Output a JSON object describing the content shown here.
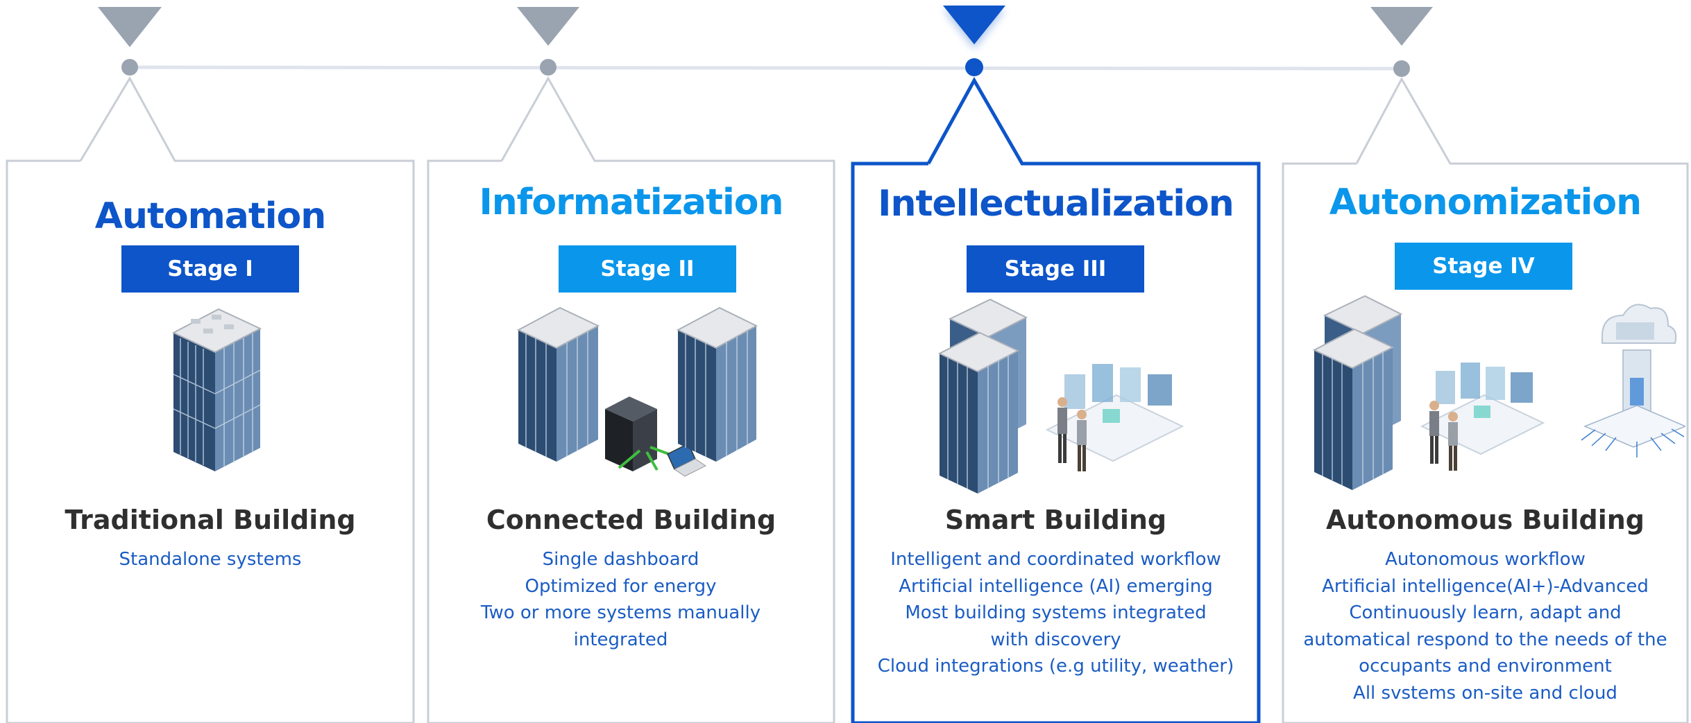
{
  "colors": {
    "dark_blue": "#0d55c9",
    "light_blue": "#0a96eb",
    "gray_line": "#c9ced6",
    "gray_marker": "#9aa3b0",
    "text_dark": "#2f2f2f",
    "text_blue": "#1a5cc4"
  },
  "stages": [
    {
      "title": "Automation",
      "badge": "Stage I",
      "building_type": "Traditional Building",
      "description": [
        "Standalone systems"
      ],
      "active": false,
      "illustration": [
        "office-tower"
      ]
    },
    {
      "title": "Informatization",
      "badge": "Stage II",
      "building_type": "Connected Building",
      "description": [
        "Single dashboard",
        "Optimized for energy",
        "Two or more systems manually",
        "integrated"
      ],
      "active": false,
      "illustration": [
        "office-tower",
        "server-rack",
        "laptop",
        "office-tower"
      ]
    },
    {
      "title": "Intellectualization",
      "badge": "Stage III",
      "building_type": "Smart Building",
      "description": [
        "Intelligent and coordinated workflow",
        "Artificial intelligence (AI) emerging",
        "Most building systems integrated",
        "with discovery",
        "Cloud integrations (e.g utility, weather)"
      ],
      "active": true,
      "illustration": [
        "office-towers",
        "engineers-with-dashboards"
      ]
    },
    {
      "title": "Autonomization",
      "badge": "Stage IV",
      "building_type": "Autonomous Building",
      "description": [
        "Autonomous workflow",
        "Artificial intelligence(AI+)-Advanced",
        "Continuously learn, adapt and",
        "automatical respond to the needs of the",
        "occupants and environment",
        "All svstems on-site and cloud"
      ],
      "active": false,
      "illustration": [
        "office-towers",
        "engineers-with-dashboards",
        "cloud-chip"
      ]
    }
  ]
}
